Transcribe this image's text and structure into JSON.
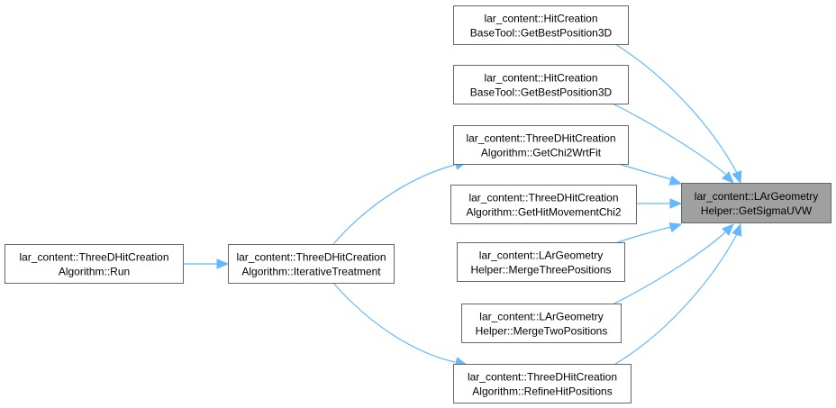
{
  "graph": {
    "nodes": [
      {
        "id": "n0",
        "lines": [
          "lar_content::LArGeometry",
          "Helper::GetSigmaUVW"
        ],
        "focus": true
      },
      {
        "id": "n1",
        "lines": [
          "lar_content::HitCreation",
          "BaseTool::GetBestPosition3D"
        ],
        "focus": false
      },
      {
        "id": "n2",
        "lines": [
          "lar_content::HitCreation",
          "BaseTool::GetBestPosition3D"
        ],
        "focus": false
      },
      {
        "id": "n3",
        "lines": [
          "lar_content::ThreeDHitCreation",
          "Algorithm::GetChi2WrtFit"
        ],
        "focus": false
      },
      {
        "id": "n4",
        "lines": [
          "lar_content::ThreeDHitCreation",
          "Algorithm::GetHitMovementChi2"
        ],
        "focus": false
      },
      {
        "id": "n5",
        "lines": [
          "lar_content::LArGeometry",
          "Helper::MergeThreePositions"
        ],
        "focus": false
      },
      {
        "id": "n6",
        "lines": [
          "lar_content::LArGeometry",
          "Helper::MergeTwoPositions"
        ],
        "focus": false
      },
      {
        "id": "n7",
        "lines": [
          "lar_content::ThreeDHitCreation",
          "Algorithm::RefineHitPositions"
        ],
        "focus": false
      },
      {
        "id": "n8",
        "lines": [
          "lar_content::ThreeDHitCreation",
          "Algorithm::IterativeTreatment"
        ],
        "focus": false
      },
      {
        "id": "n9",
        "lines": [
          "lar_content::ThreeDHitCreation",
          "Algorithm::Run"
        ],
        "focus": false
      }
    ],
    "edges": [
      {
        "from": "n1",
        "to": "n0"
      },
      {
        "from": "n2",
        "to": "n0"
      },
      {
        "from": "n3",
        "to": "n0"
      },
      {
        "from": "n4",
        "to": "n0"
      },
      {
        "from": "n5",
        "to": "n0"
      },
      {
        "from": "n6",
        "to": "n0"
      },
      {
        "from": "n7",
        "to": "n0"
      },
      {
        "from": "n8",
        "to": "n3"
      },
      {
        "from": "n8",
        "to": "n7"
      },
      {
        "from": "n9",
        "to": "n8"
      }
    ]
  }
}
